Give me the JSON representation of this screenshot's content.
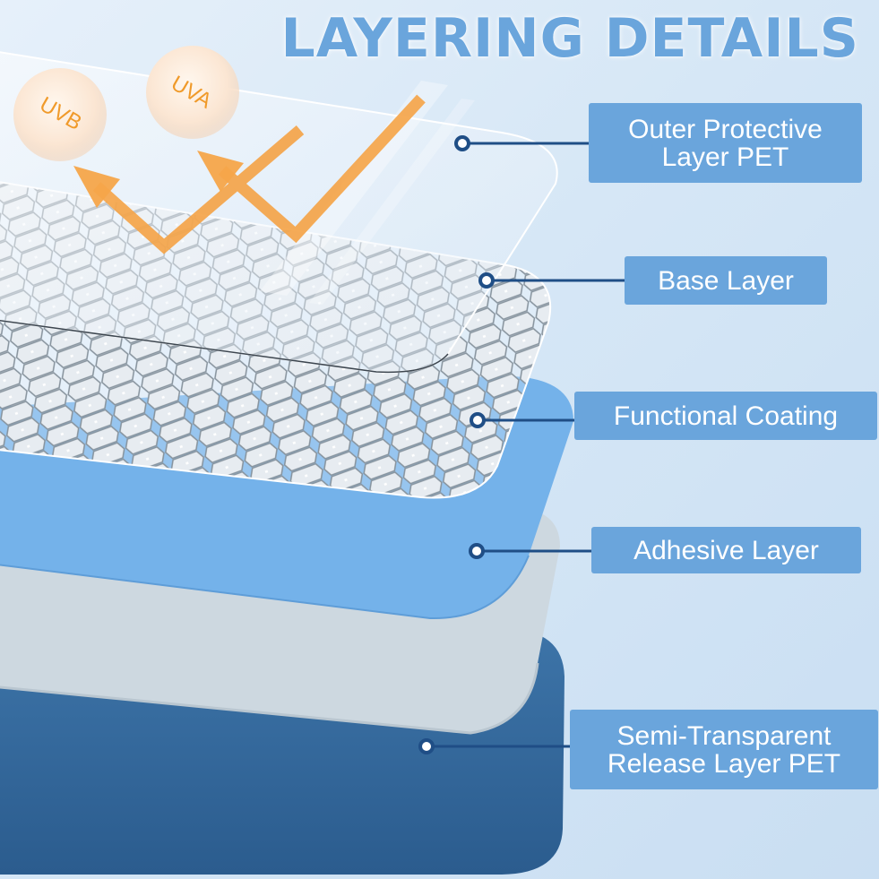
{
  "heading": "LAYERING DETAILS",
  "uv_badges": {
    "uvb": "UVB",
    "uva": "UVA"
  },
  "labels": {
    "outer_protective": [
      "Outer Protective",
      "Layer PET"
    ],
    "base": "Base Layer",
    "functional_coating": "Functional Coating",
    "adhesive": "Adhesive Layer",
    "release": [
      "Semi-Transparent",
      "Release Layer PET"
    ]
  },
  "colors": {
    "label_background": "#6aa5dc",
    "label_text": "#ffffff",
    "leader_line": "#1f4e86",
    "arrow": "#f5a54a",
    "uv_text": "#f09a2a",
    "functional_coating_layer": "#74b2ea",
    "adhesive_layer": "#cdd8e0",
    "release_layer": "#33689c"
  },
  "icons": [
    "uvb-badge-icon",
    "uva-badge-icon",
    "reflection-arrow-icon"
  ]
}
